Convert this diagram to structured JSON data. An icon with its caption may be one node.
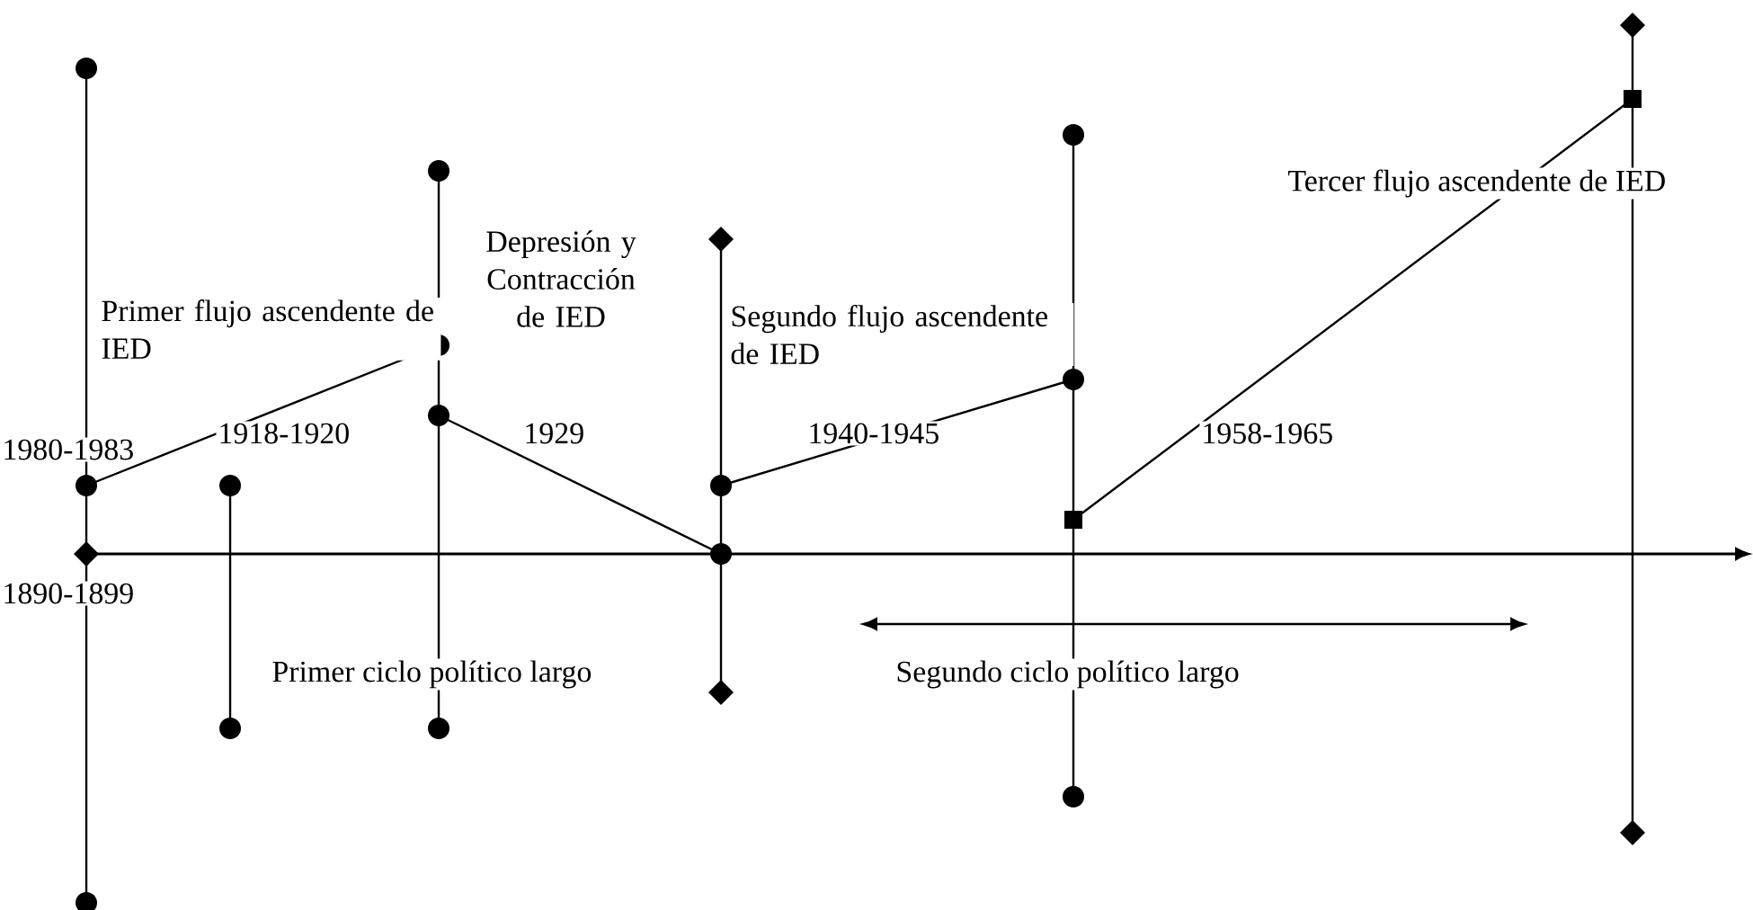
{
  "diagram": {
    "labels": [
      "Depresión y Contracción de IED",
      "Tercer flujo ascendente de IED",
      "Primer flujo ascendente de IED",
      "Segundo flujo ascendente de IED",
      "1918-1920",
      "1929",
      "1940-1945",
      "1958-1965",
      "1980-1983",
      "1890-1899",
      "Primer ciclo político largo",
      "Segundo ciclo político largo"
    ]
  }
}
